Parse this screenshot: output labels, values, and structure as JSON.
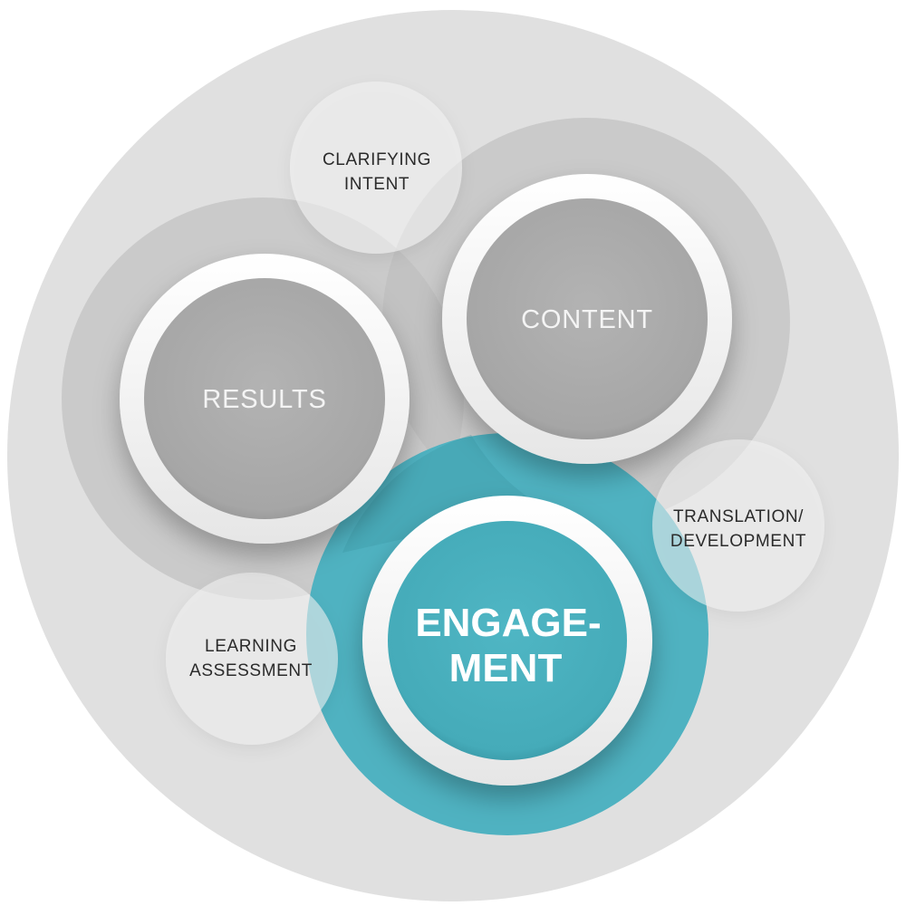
{
  "colors": {
    "outer": "#e0e0e0",
    "ring_gray": "#c4c4c4",
    "bubble": "#ededed",
    "inner_gray": "#a9a9a9",
    "accent": "#4fb2c1",
    "accent_dark": "#3c98a7",
    "white_ring": "#f7f7f7"
  },
  "nodes": {
    "results": {
      "label": "RESULTS"
    },
    "content": {
      "label": "CONTENT"
    },
    "engagement": {
      "line1": "ENGAGE-",
      "line2": "MENT"
    }
  },
  "bubbles": {
    "clarifying_intent": {
      "line1": "CLARIFYING",
      "line2": "INTENT"
    },
    "translation_development": {
      "line1": "TRANSLATION/",
      "line2": "DEVELOPMENT"
    },
    "learning_assessment": {
      "line1": "LEARNING",
      "line2": "ASSESSMENT"
    }
  }
}
